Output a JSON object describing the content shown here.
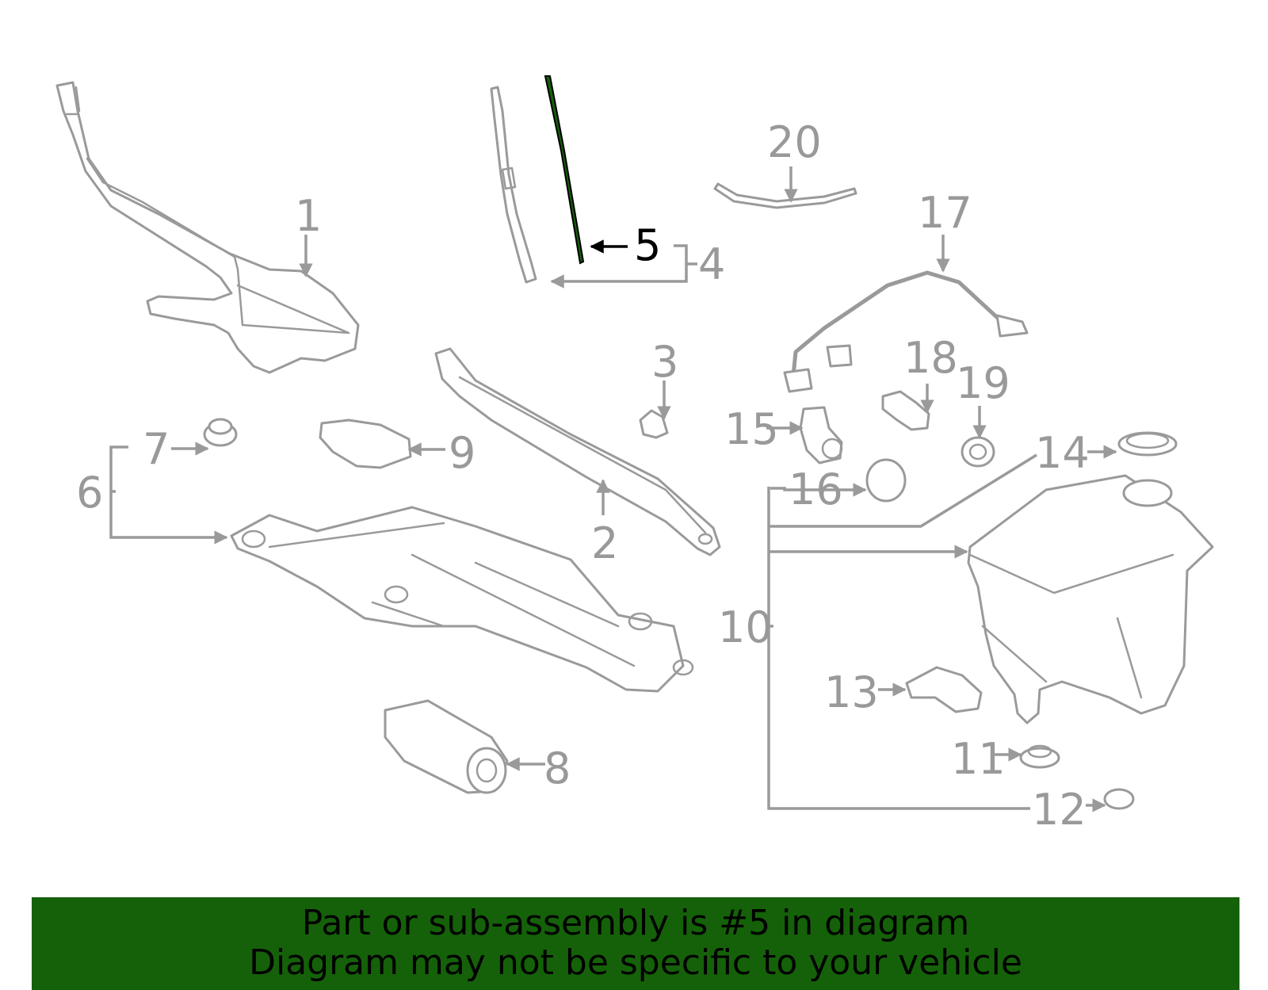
{
  "diagram": {
    "highlighted_part": "5",
    "callouts": [
      "1",
      "2",
      "3",
      "4",
      "5",
      "6",
      "7",
      "8",
      "9",
      "10",
      "11",
      "12",
      "13",
      "14",
      "15",
      "16",
      "17",
      "18",
      "19",
      "20"
    ]
  },
  "banner": {
    "line1": "Part or sub-assembly is #5 in diagram",
    "line2": "Diagram may not be specific to your vehicle",
    "background": "#156109"
  },
  "colors": {
    "line_art": "#9a9a9a",
    "highlight_stroke": "#156109",
    "highlight_label": "#000000"
  }
}
